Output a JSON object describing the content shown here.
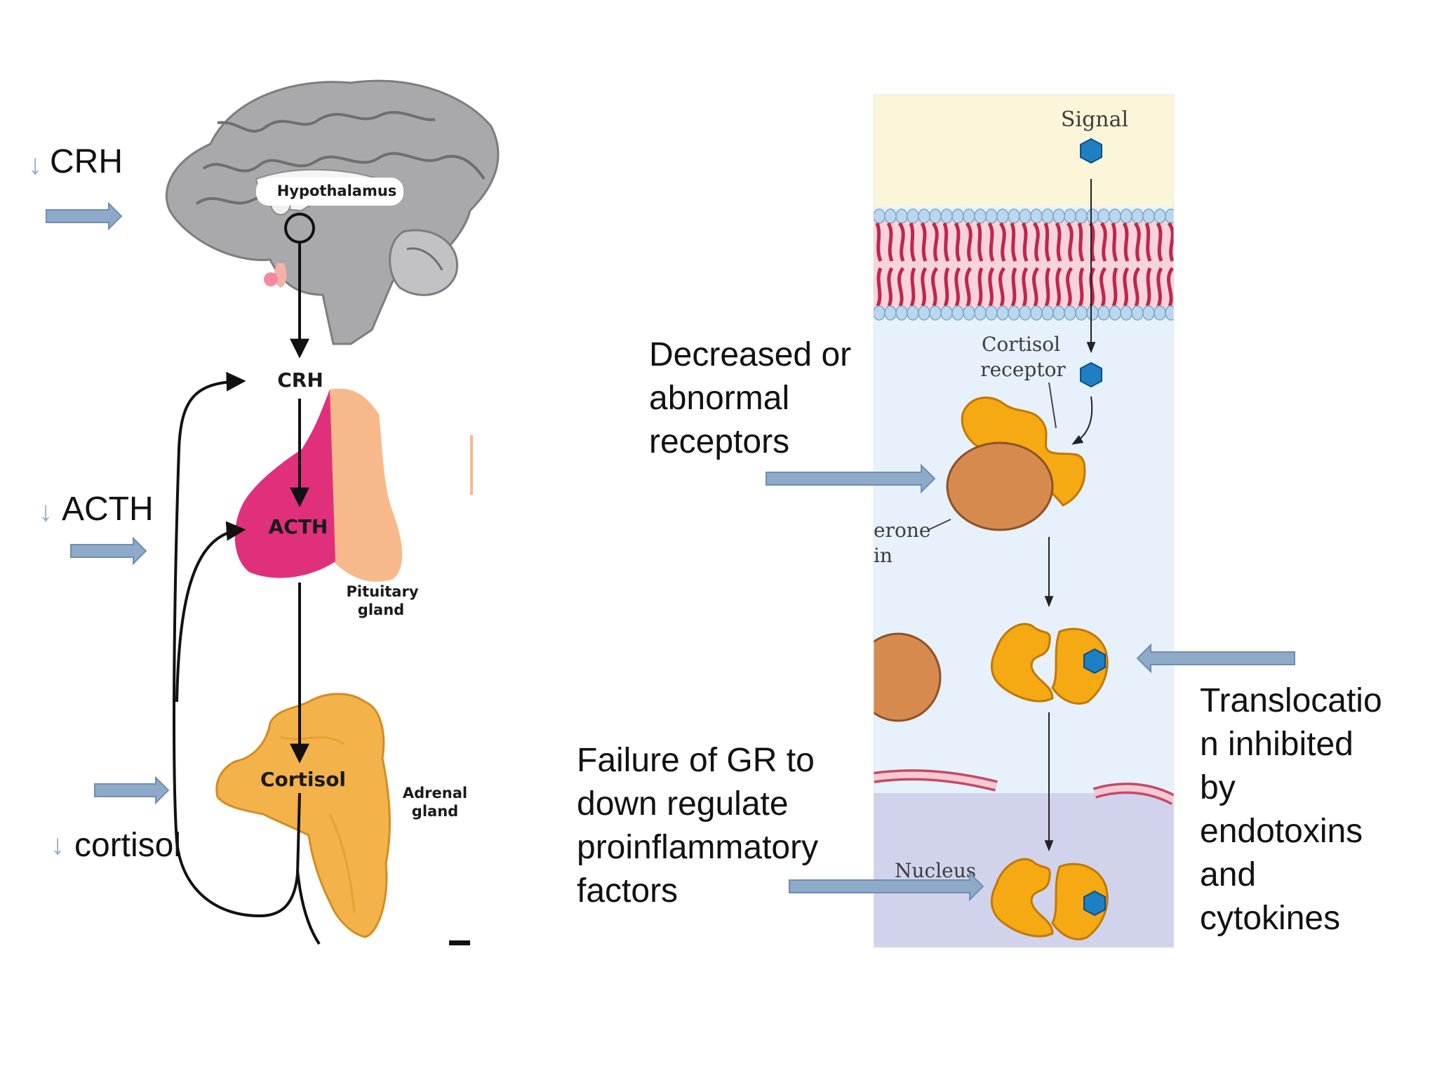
{
  "left_panel": {
    "side_labels": {
      "crh": "CRH",
      "acth": "ACTH",
      "cortisol": "cortisol"
    },
    "brain_label": "Hypothalamus",
    "hormones": {
      "crh": "CRH",
      "acth": "ACTH",
      "cortisol": "Cortisol"
    },
    "glands": {
      "pituitary_line1": "Pituitary",
      "pituitary_line2": "gland",
      "adrenal_line1": "Adrenal",
      "adrenal_line2": "gland"
    },
    "down_arrow_glyph": "↓"
  },
  "right_panel": {
    "signal": "Signal",
    "receptor_line1": "Cortisol",
    "receptor_line2": "receptor",
    "chaperone_partial_1": "erone",
    "chaperone_partial_2": "in",
    "nucleus": "Nucleus"
  },
  "annotations": {
    "receptors": [
      "Decreased or",
      "abnormal",
      "receptors"
    ],
    "failure": [
      "Failure of GR to",
      "down regulate",
      "proinflammatory",
      "factors"
    ],
    "translocation": [
      "Translocatio",
      "n inhibited",
      "by",
      "endotoxins",
      "and",
      "cytokines"
    ]
  },
  "colors": {
    "arrow_fill": "#8eaac8",
    "arrow_stroke": "#6f8db0",
    "brain": "#a9a9ab",
    "pituitary_front": "#e0307c",
    "pituitary_back": "#f7b98b",
    "adrenal": "#f3b24a",
    "signal_hexagon": "#1f7fc4",
    "receptor_orange": "#f5a912",
    "chaperone_brown": "#d68a4e",
    "membrane_red": "#c0264b",
    "cytoplasm": "#e6f1fb",
    "extracellular": "#fbf6da",
    "nucleus_area": "#d1d3ec"
  }
}
